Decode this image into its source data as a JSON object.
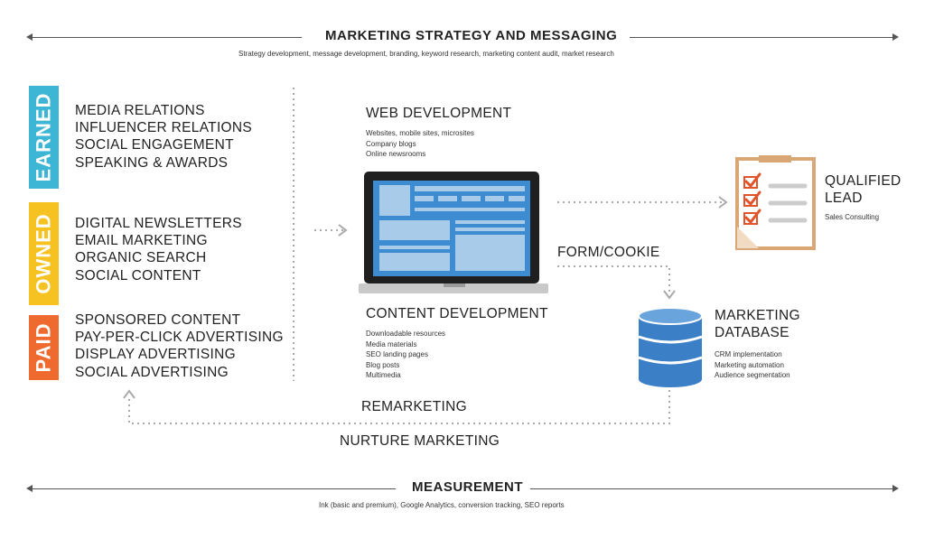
{
  "top": {
    "title": "MARKETING STRATEGY AND MESSAGING",
    "subtitle": "Strategy development, message development, branding, keyword research, marketing content audit, market research"
  },
  "channels": [
    {
      "label": "EARNED",
      "color": "#3db5d4",
      "items": [
        "MEDIA RELATIONS",
        "INFLUENCER RELATIONS",
        "SOCIAL ENGAGEMENT",
        "SPEAKING & AWARDS"
      ]
    },
    {
      "label": "OWNED",
      "color": "#f5c221",
      "items": [
        "DIGITAL NEWSLETTERS",
        "EMAIL MARKETING",
        "ORGANIC SEARCH",
        "SOCIAL CONTENT"
      ]
    },
    {
      "label": "PAID",
      "color": "#ee6a2f",
      "items": [
        "SPONSORED CONTENT",
        "PAY-PER-CLICK ADVERTISING",
        "DISPLAY ADVERTISING",
        "SOCIAL ADVERTISING"
      ]
    }
  ],
  "web_dev": {
    "title": "WEB DEVELOPMENT",
    "items": [
      "Websites, mobile sites, microsites",
      "Company blogs",
      "Online newsrooms"
    ]
  },
  "content_dev": {
    "title": "CONTENT DEVELOPMENT",
    "items": [
      "Downloadable resources",
      "Media materials",
      "SEO landing pages",
      "Blog posts",
      "Multimedia"
    ]
  },
  "lead": {
    "title_line1": "QUALIFIED",
    "title_line2": "LEAD",
    "subtitle": "Sales Consulting"
  },
  "form_cookie": "FORM/COOKIE",
  "database": {
    "title_line1": "MARKETING",
    "title_line2": "DATABASE",
    "items": [
      "CRM implementation",
      "Marketing automation",
      "Audience segmentation"
    ]
  },
  "remarketing": "REMARKETING",
  "nurture": "NURTURE MARKETING",
  "bottom": {
    "title": "MEASUREMENT",
    "subtitle": "Ink (basic and premium), Google Analytics, conversion tracking, SEO reports"
  },
  "colors": {
    "earned": "#3db5d4",
    "owned": "#f5c221",
    "paid": "#ee6a2f",
    "screen_blue": "#3d8bd0",
    "database_blue": "#3b7fc7",
    "clipboard": "#d9a675",
    "check": "#e1532a"
  }
}
